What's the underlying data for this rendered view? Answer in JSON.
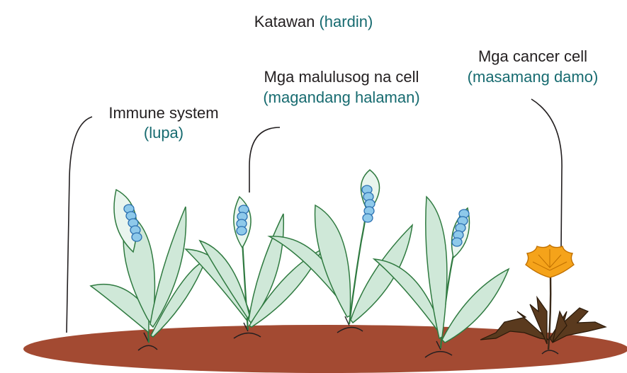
{
  "title": {
    "main": "Katawan",
    "paren": "(hardin)"
  },
  "labels": {
    "immune": {
      "line1": "Immune system",
      "line2": "(lupa)"
    },
    "healthy": {
      "line1": "Mga malulusog na cell",
      "line2": "(magandang halaman)"
    },
    "cancer": {
      "line1": "Mga cancer cell",
      "line2": "(masamang damo)"
    }
  },
  "colors": {
    "soil": "#a34a32",
    "leaf_fill": "#cfe8d8",
    "leaf_stroke": "#2f7a40",
    "flower_spike": "#8ec9ea",
    "flower_spike_stroke": "#2a6fb0",
    "weed_leaf": "#5a3a1e",
    "weed_flower": "#f5a31a",
    "text": "#231f20",
    "highlight_text": "#176b70"
  }
}
